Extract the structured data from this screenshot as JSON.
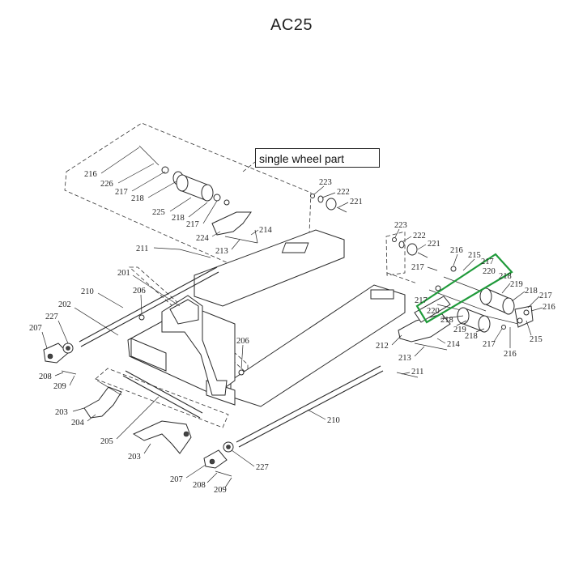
{
  "title": "AC25",
  "callout": "single wheel part",
  "labels": {
    "p201": "201",
    "p202": "202",
    "p203": "203",
    "p204": "204",
    "p205": "205",
    "p206": "206",
    "p207": "207",
    "p208": "208",
    "p209": "209",
    "p210": "210",
    "p211": "211",
    "p212": "212",
    "p213": "213",
    "p214": "214",
    "p215": "215",
    "p216": "216",
    "p217": "217",
    "p218": "218",
    "p219": "219",
    "p220": "220",
    "p221": "221",
    "p222": "222",
    "p223": "223",
    "p224": "224",
    "p225": "225",
    "p226": "226",
    "p227": "227"
  },
  "highlight_color": "#1f9a3a"
}
